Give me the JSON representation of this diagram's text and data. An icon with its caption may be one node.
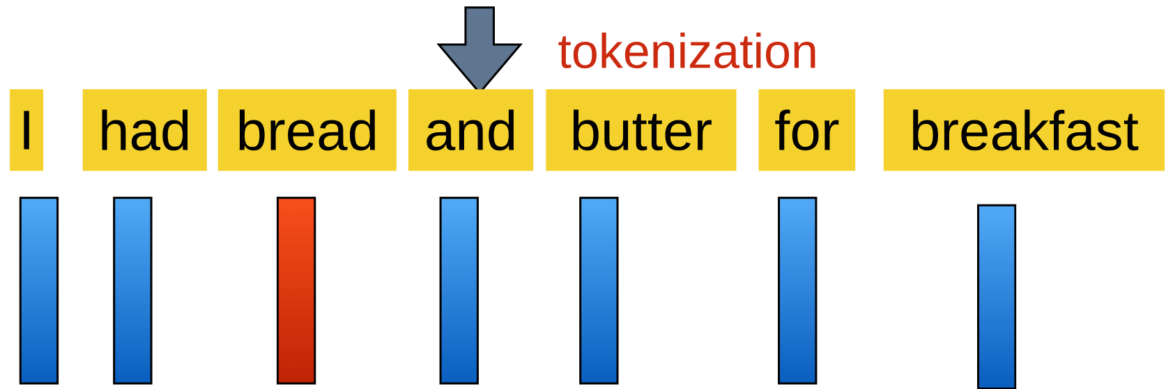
{
  "diagram": {
    "nodes": [
      {
        "text": [
          "I"
        ]
      },
      {
        "text": [
          "had"
        ]
      },
      {
        "text": [
          "bread"
        ]
      },
      {
        "text": [
          "and"
        ]
      },
      {
        "text": [
          "butter"
        ]
      },
      {
        "text": [
          "for"
        ]
      },
      {
        "text": [
          "breakfast"
        ]
      },
      {
        "text": [],
        "shape": "bar"
      },
      {
        "text": [],
        "shape": "bar"
      },
      {
        "text": [],
        "shape": "bar"
      },
      {
        "text": [],
        "shape": "bar"
      },
      {
        "text": [],
        "shape": "bar"
      },
      {
        "text": [],
        "shape": "bar"
      },
      {
        "text": [],
        "shape": "bar"
      }
    ],
    "edges": [],
    "labels": [
      "tokenization"
    ]
  }
}
